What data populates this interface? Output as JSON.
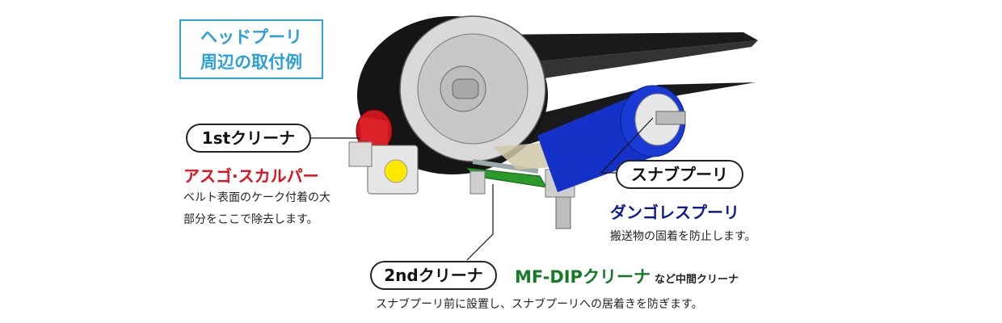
{
  "title": {
    "line1": "ヘッドプーリ",
    "line2": "周辺の取付例"
  },
  "first_cleaner": {
    "label": "1stクリーナ",
    "product": "アスゴ·スカルパー",
    "desc_line1": "ベルト表面のケーク付着の大",
    "desc_line2": "部分をここで除去します。"
  },
  "snub_pulley": {
    "label": "スナブプーリ",
    "product": "ダンゴレスプーリ",
    "desc": "搬送物の固着を防止します。"
  },
  "second_cleaner": {
    "label": "2ndクリーナ",
    "product": "MF-DIPクリーナ",
    "suffix": "など中間クリーナ",
    "desc": "スナブプーリ前に設置し、スナブプーリへの居着きを防ぎます。"
  },
  "colors": {
    "accent": "#2aa6df",
    "red": "#e0111c",
    "navy": "#0c1b94",
    "green": "#157a26"
  }
}
